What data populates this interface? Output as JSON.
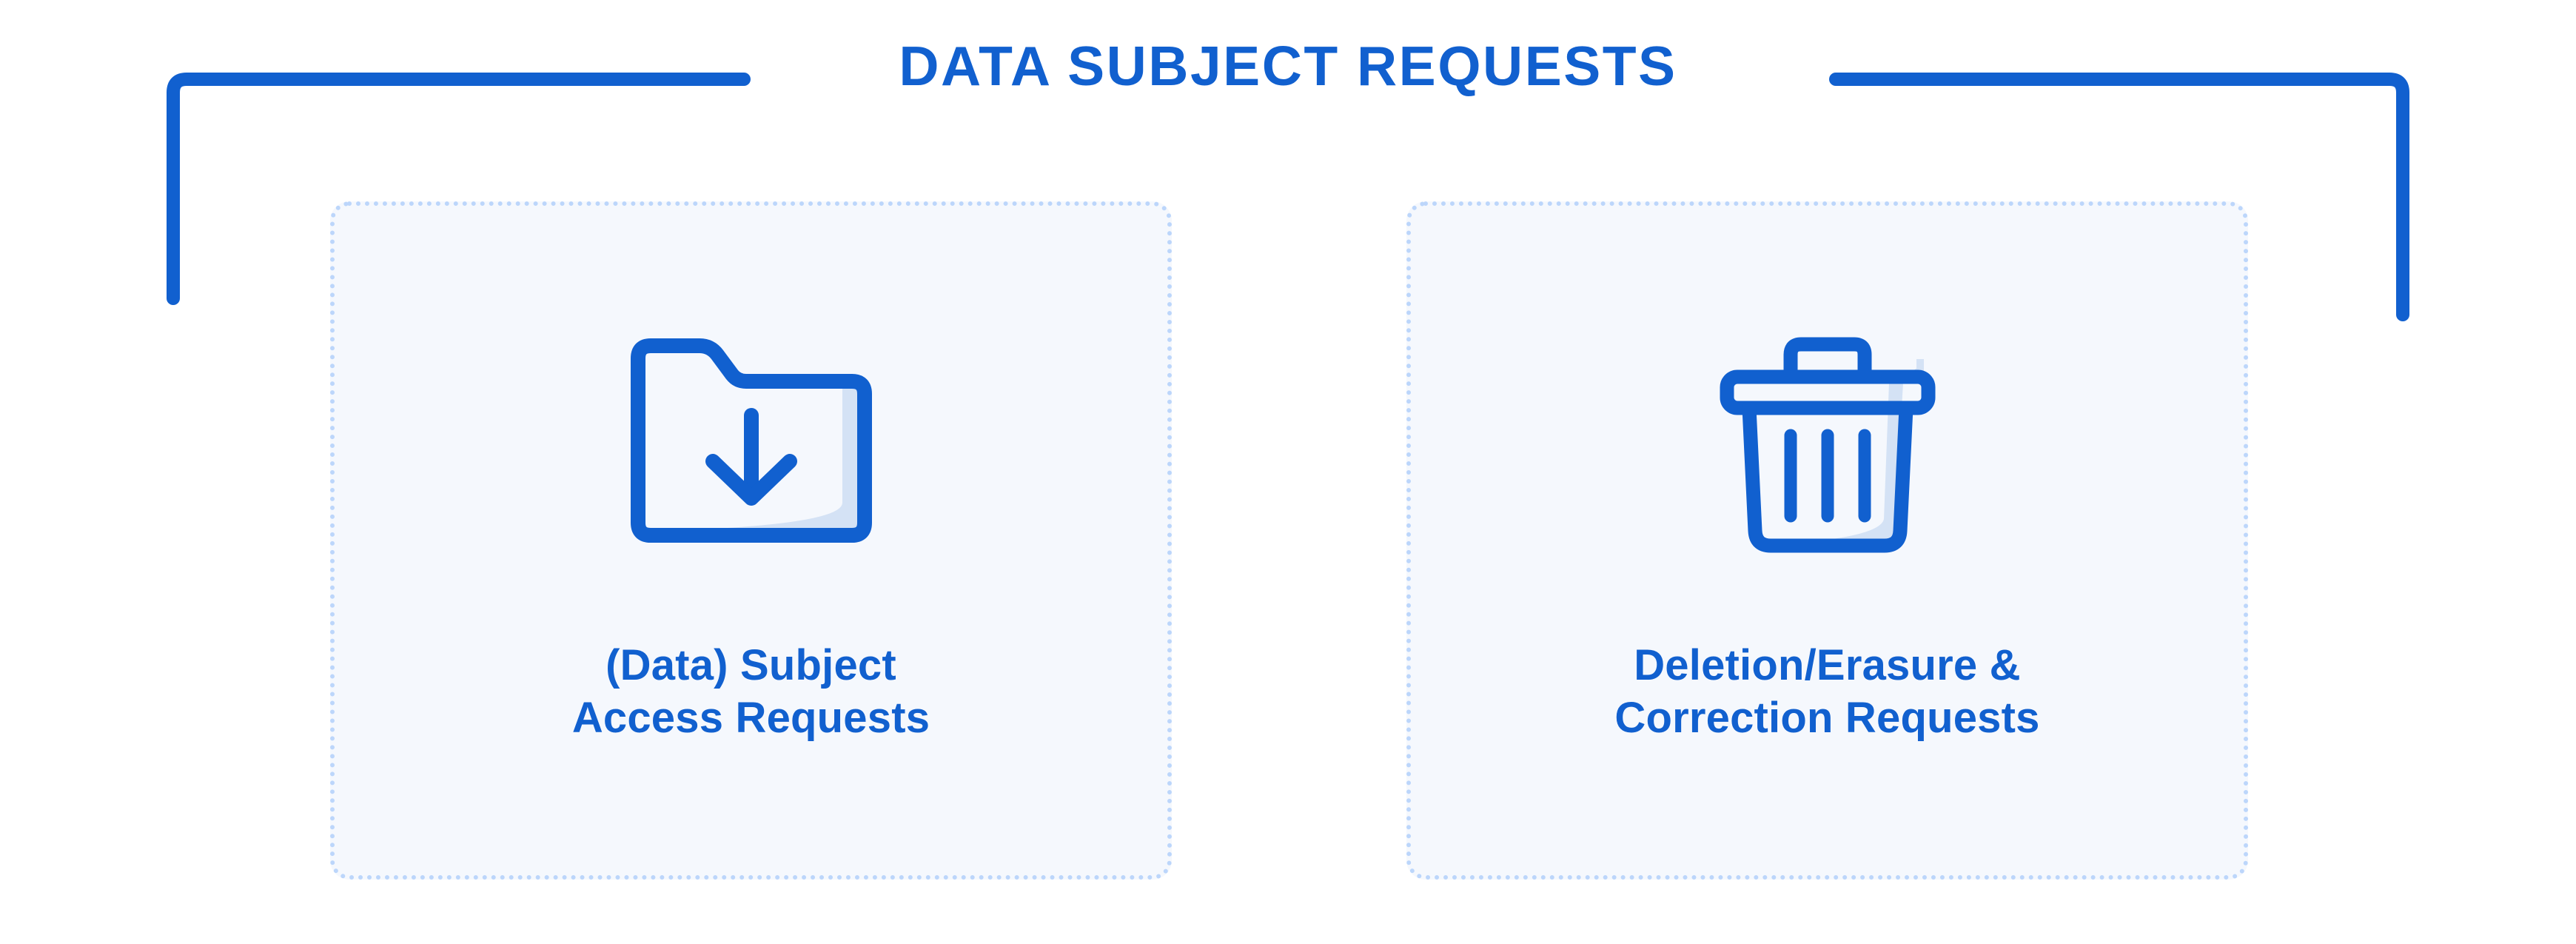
{
  "header": {
    "title": "DATA SUBJECT REQUESTS"
  },
  "colors": {
    "accent_blue": "#1160cf",
    "card_background": "#f5f8fd",
    "card_border_dotted": "#bcd6fb",
    "icon_shadow": "#d4e2f5",
    "page_background": "#ffffff"
  },
  "bracket": {
    "style": "rounded-top-bracket",
    "stroke_color": "#1160cf",
    "stroke_width": 18
  },
  "cards": [
    {
      "id": "data-subject-access-requests",
      "icon": "folder-download-icon",
      "label": "(Data) Subject\nAccess Requests",
      "label_line1": "(Data) Subject",
      "label_line2": "Access Requests"
    },
    {
      "id": "deletion-erasure-correction-requests",
      "icon": "trash-delete-icon",
      "label": "Deletion/Erasure &\nCorrection Requests",
      "label_line1": "Deletion/Erasure &",
      "label_line2": "Correction Requests"
    }
  ]
}
